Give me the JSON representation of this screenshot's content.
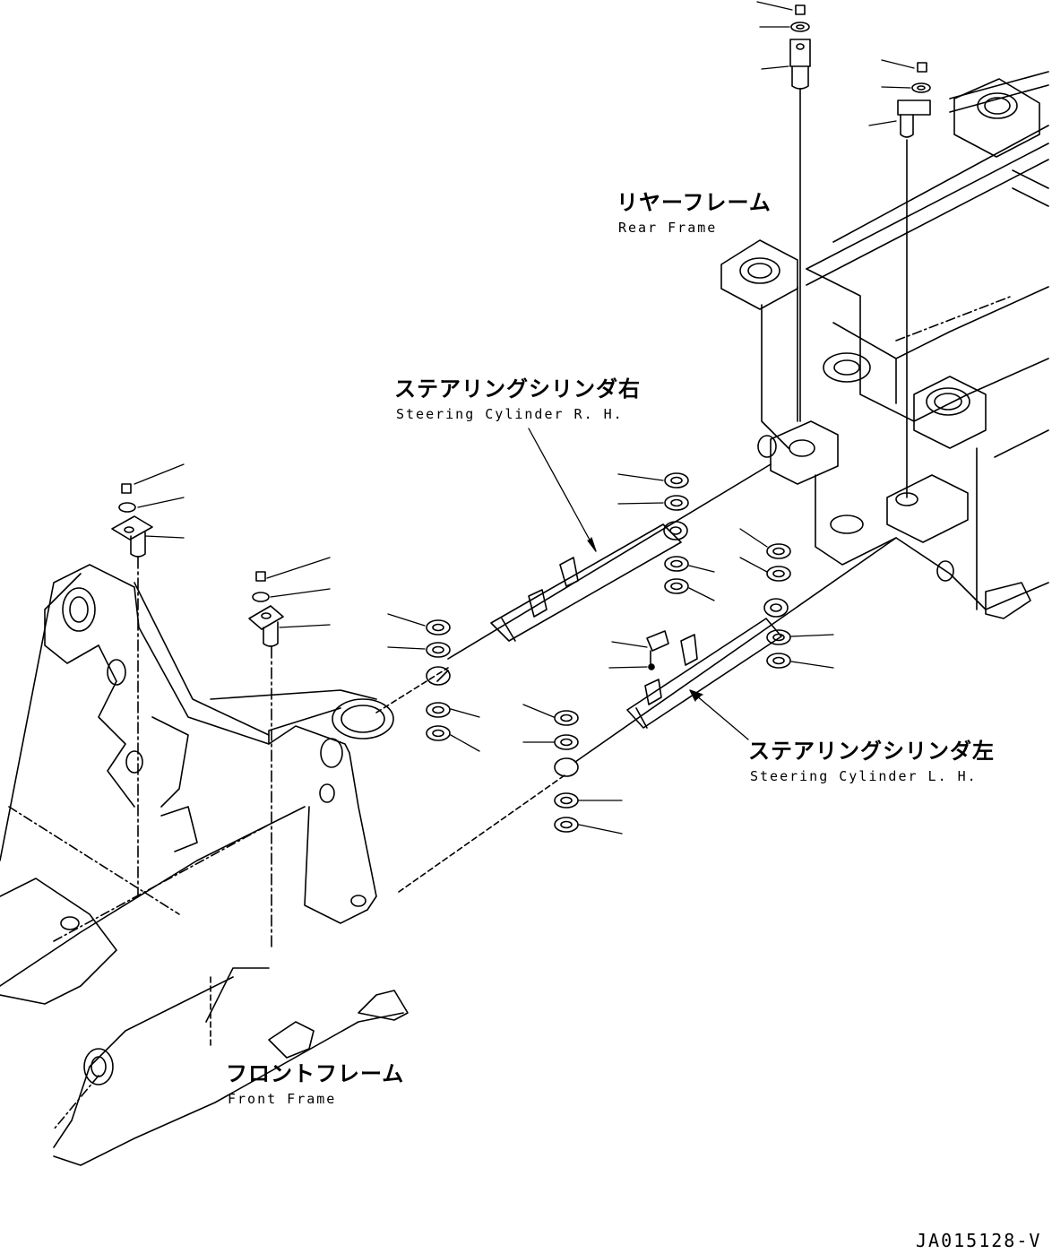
{
  "labels": {
    "rear_frame_jp": "リヤーフレーム",
    "rear_frame_en": "Rear Frame",
    "steering_rh_jp": "ステアリングシリンダ右",
    "steering_rh_en": "Steering Cylinder R. H.",
    "steering_lh_jp": "ステアリングシリンダ左",
    "steering_lh_en": "Steering Cylinder L. H.",
    "front_frame_jp": "フロントフレーム",
    "front_frame_en": "Front Frame",
    "drawing_code": "JA015128-V"
  }
}
